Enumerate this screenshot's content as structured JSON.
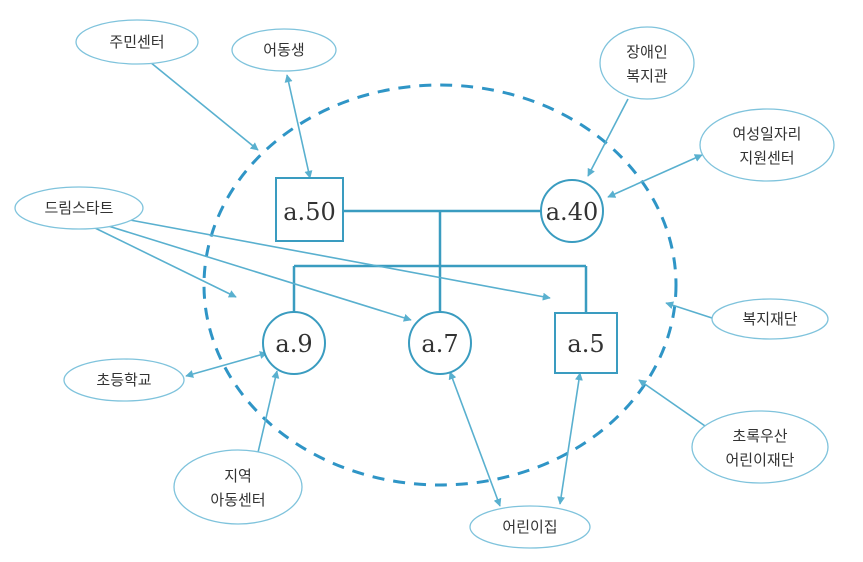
{
  "colors": {
    "line": "#3a9cc0",
    "arrow": "#59b0cf",
    "boundary": "#2f95c6",
    "text": "#333333"
  },
  "family_members": {
    "a50": "a.50",
    "a40": "a.40",
    "a9": "a.9",
    "a7": "a.7",
    "a5": "a.5"
  },
  "resources": {
    "community_center": "주민센터",
    "siblings": "어동생",
    "disability_welfare": [
      "장애인",
      "복지관"
    ],
    "women_job_center": [
      "여성일자리",
      "지원센터"
    ],
    "dream_start": "드림스타트",
    "welfare_foundation": "복지재단",
    "elementary_school": "초등학교",
    "green_umbrella": [
      "초록우산",
      "어린이재단"
    ],
    "local_children_center": [
      "지역",
      "아동센터"
    ],
    "daycare": "어린이집"
  }
}
